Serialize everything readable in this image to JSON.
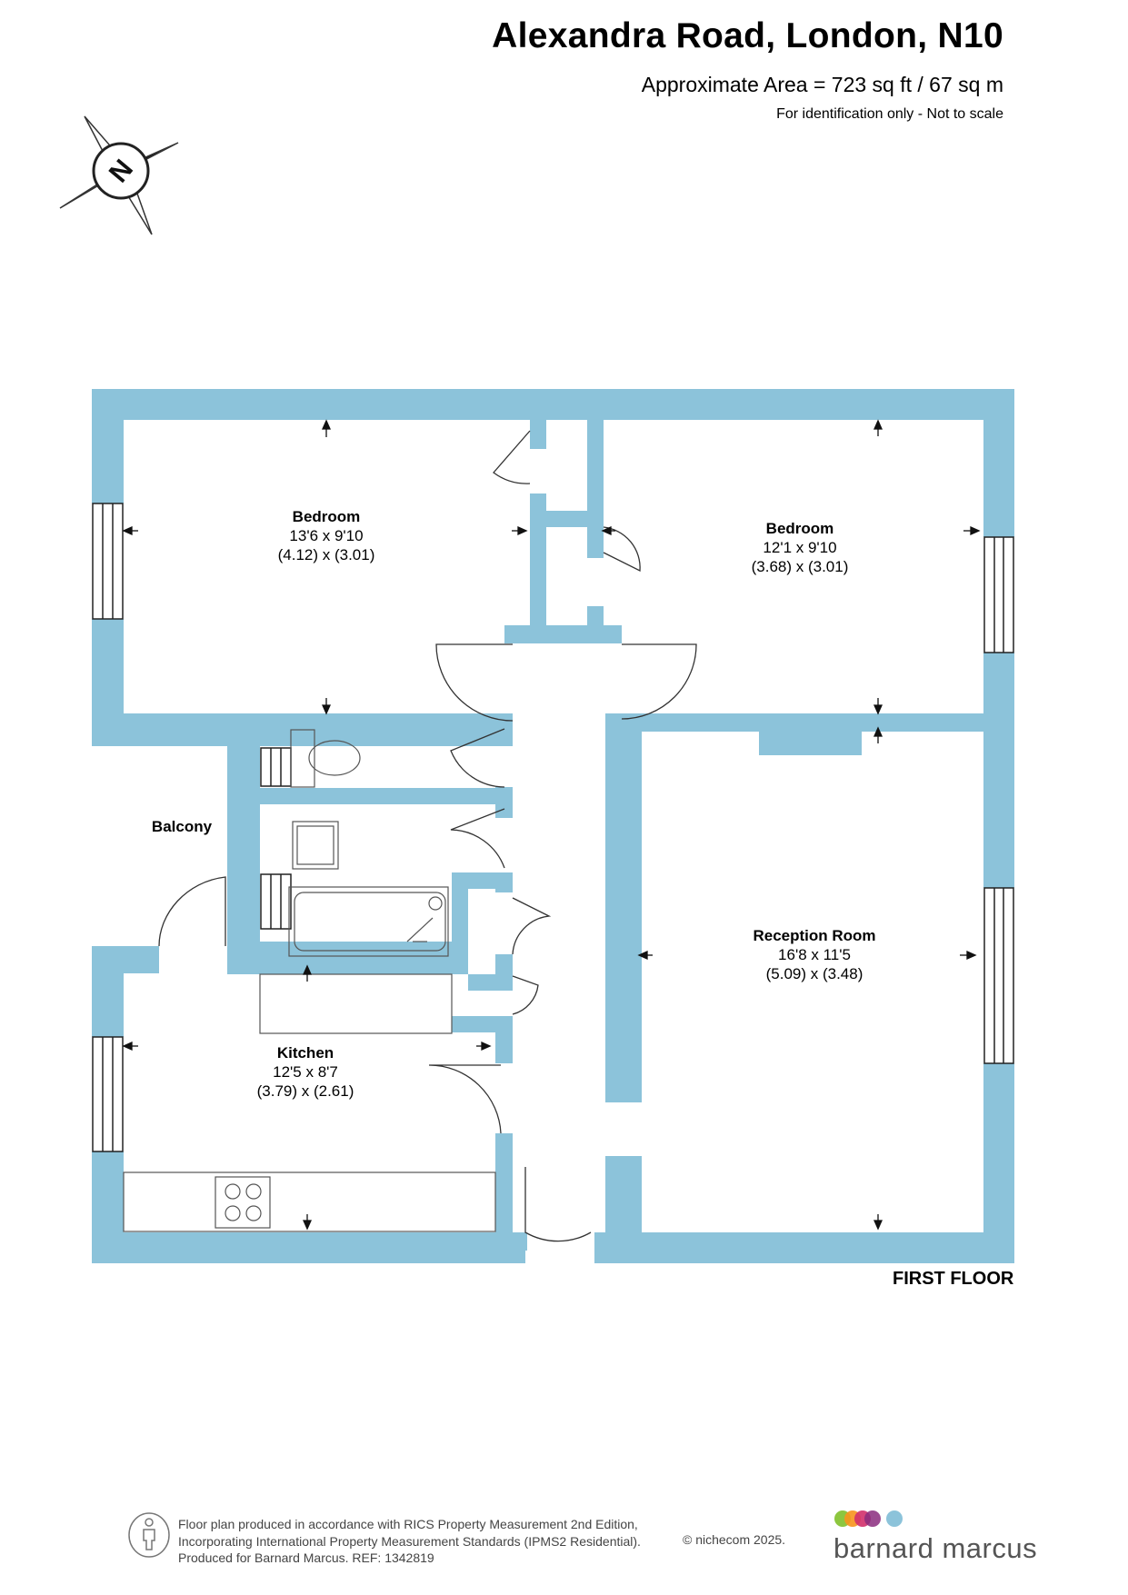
{
  "header": {
    "title": "Alexandra Road, London, N10",
    "area": "Approximate Area = 723 sq ft / 67 sq m",
    "note": "For identification only - Not to scale"
  },
  "compass": {
    "icon": "north-compass-icon",
    "letter": "N"
  },
  "rooms": {
    "bedroom1": {
      "name": "Bedroom",
      "imperial": "13'6 x 9'10",
      "metric": "(4.12) x (3.01)"
    },
    "bedroom2": {
      "name": "Bedroom",
      "imperial": "12'1 x 9'10",
      "metric": "(3.68) x (3.01)"
    },
    "balcony": {
      "name": "Balcony"
    },
    "reception": {
      "name": "Reception Room",
      "imperial": "16'8 x 11'5",
      "metric": "(5.09) x (3.48)"
    },
    "kitchen": {
      "name": "Kitchen",
      "imperial": "12'5 x 8'7",
      "metric": "(3.79) x (2.61)"
    }
  },
  "floor_label": "FIRST FLOOR",
  "footer": {
    "line1": "Floor plan produced in accordance with RICS Property Measurement 2nd Edition,",
    "line2": "Incorporating International Property Measurement Standards (IPMS2 Residential).",
    "line3": "Produced for Barnard Marcus.   REF:  1342819",
    "copyright": "© nichecom 2025.",
    "brand_name": "barnard marcus"
  },
  "colors": {
    "wall": "#8cc3da",
    "brand_dots": [
      "#8dc63f",
      "#f7941d",
      "#d2306b",
      "#8a2b7e",
      "#8cc3da"
    ]
  }
}
